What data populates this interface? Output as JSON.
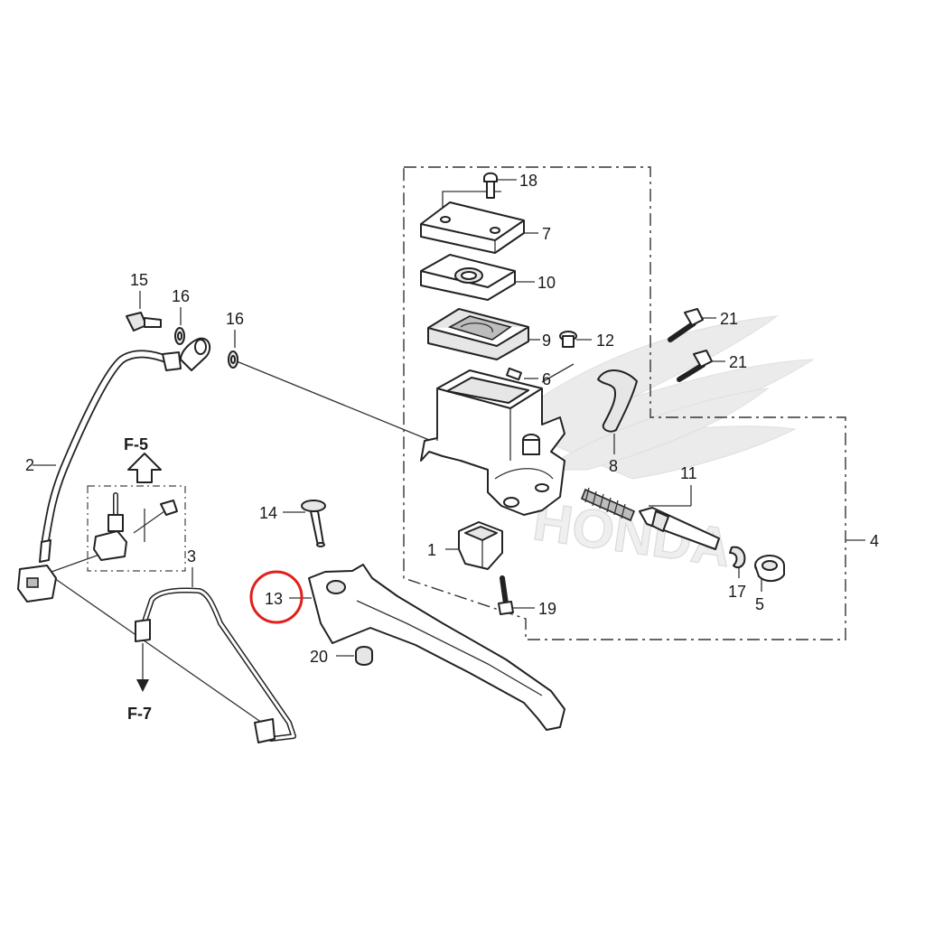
{
  "diagram": {
    "labels": {
      "p1": "1",
      "p2": "2",
      "p3": "3",
      "p4": "4",
      "p5": "5",
      "p6": "6",
      "p7": "7",
      "p8": "8",
      "p9": "9",
      "p10": "10",
      "p11": "11",
      "p12": "12",
      "p13": "13",
      "p14": "14",
      "p15": "15",
      "p16a": "16",
      "p16b": "16",
      "p17": "17",
      "p18": "18",
      "p19": "19",
      "p20": "20",
      "p21a": "21",
      "p21b": "21"
    },
    "refs": {
      "f5": "F-5",
      "f7": "F-7"
    },
    "watermark": "HONDA",
    "highlight": {
      "part": "13",
      "color": "#e0201c"
    }
  }
}
